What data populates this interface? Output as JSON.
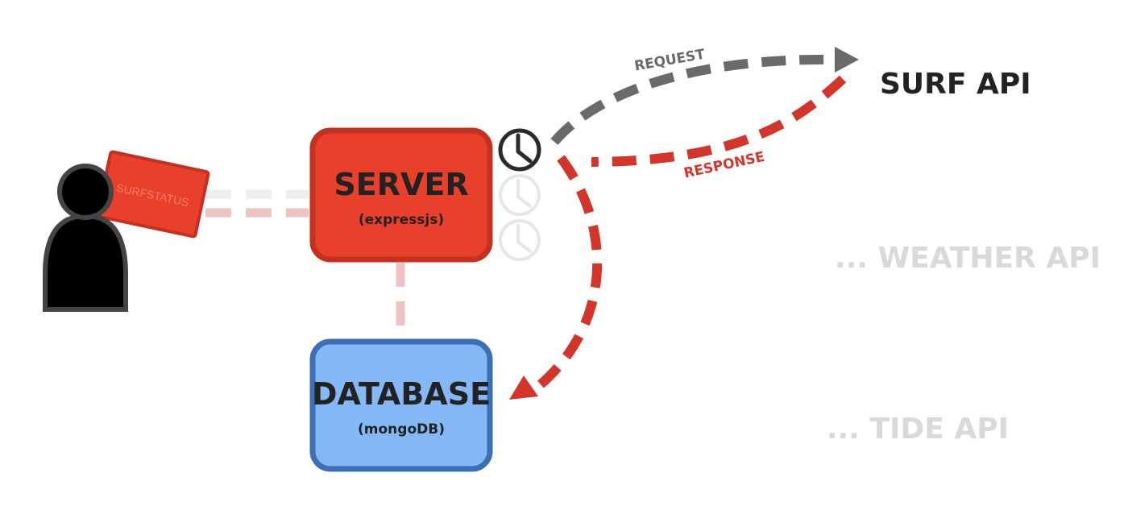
{
  "colors": {
    "server_fill": "#e8402a",
    "server_border": "#c53121",
    "database_fill": "#84b8f7",
    "database_border": "#3c6fb6",
    "request_arrow": "#6a6a6a",
    "response_arrow": "#d4352a",
    "faded_link": "#ecc2c2",
    "faded_gray_link": "#eeeeee",
    "faded_api_text": "#d9d9d9",
    "dark_text": "#222222",
    "person": "#000000",
    "person_outline": "#444444"
  },
  "user": {
    "screen_label": "SURFSTATUS"
  },
  "server": {
    "title": "SERVER",
    "subtitle": "(expressjs)"
  },
  "database": {
    "title": "DATABASE",
    "subtitle": "(mongoDB)"
  },
  "request": {
    "label": "REQUEST"
  },
  "response": {
    "label": "RESPONSE"
  },
  "apis": {
    "surf": "SURF API",
    "weather": "... WEATHER API",
    "tide": "... TIDE API"
  },
  "icons": {
    "active_clock": "clock-icon",
    "faded_clocks": [
      "clock-icon",
      "clock-icon"
    ],
    "user": "person-icon"
  }
}
